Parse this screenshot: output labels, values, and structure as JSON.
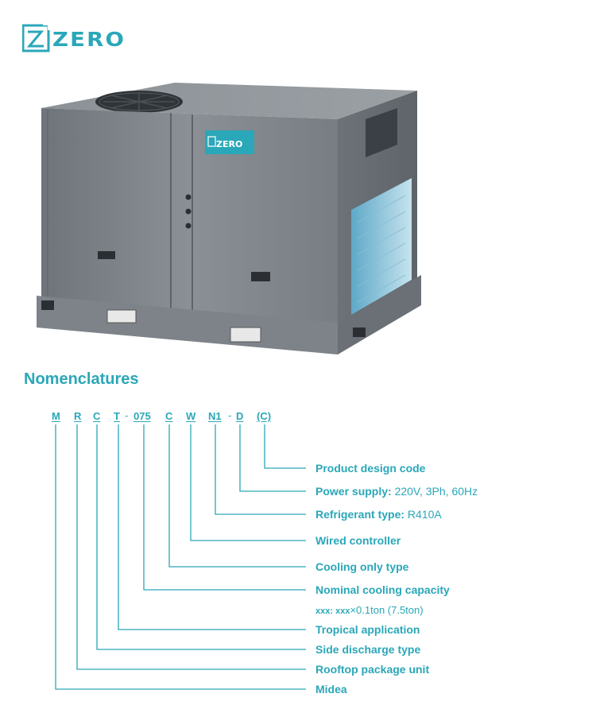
{
  "brand": {
    "logo_text": "ZERO",
    "badge_text": "ZERO",
    "accent_color": "#2aa7b8"
  },
  "section_title": "Nomenclatures",
  "code_parts": [
    {
      "text": "M"
    },
    {
      "text": "R"
    },
    {
      "text": "C"
    },
    {
      "text": "T"
    },
    {
      "text": "075"
    },
    {
      "text": "C"
    },
    {
      "text": "W"
    },
    {
      "text": "N1"
    },
    {
      "text": "D"
    },
    {
      "text": "(C)"
    }
  ],
  "dashes": [
    "-",
    "-"
  ],
  "labels": [
    {
      "key": "Product design code",
      "value": ""
    },
    {
      "key": "Power supply:",
      "value": " 220V, 3Ph, 60Hz"
    },
    {
      "key": "Refrigerant type:",
      "value": " R410A"
    },
    {
      "key": "Wired controller",
      "value": ""
    },
    {
      "key": "Cooling only type",
      "value": ""
    },
    {
      "key": "Nominal cooling capacity",
      "value": ""
    },
    {
      "key": "Tropical application",
      "value": ""
    },
    {
      "key": "Side discharge type",
      "value": ""
    },
    {
      "key": "Rooftop package unit",
      "value": ""
    },
    {
      "key": "Midea",
      "value": ""
    }
  ],
  "capacity_note": {
    "prefix": "xxx: xxx",
    "suffix": "×0.1ton (7.5ton)"
  }
}
